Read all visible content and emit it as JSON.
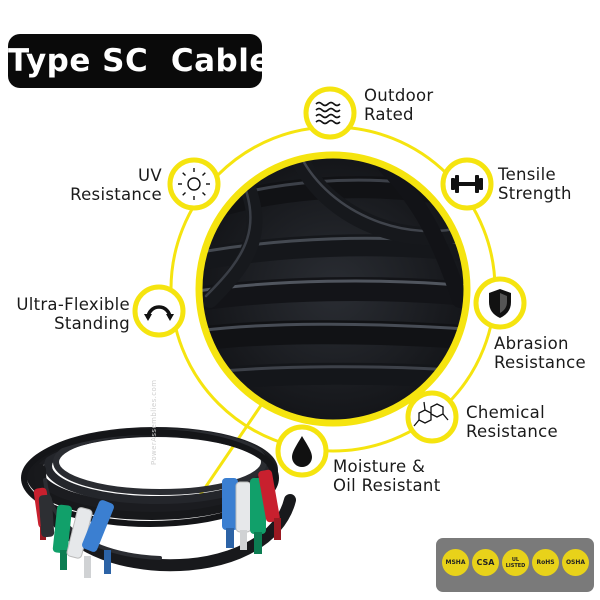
{
  "title": "Type SC  Cable",
  "colors": {
    "accent": "#f5e40f",
    "badge_bg": "#0a0a0a",
    "badge_text": "#ffffff",
    "cable": "#1d1f24",
    "cert_panel": "#7a7a7a"
  },
  "features": [
    {
      "id": "outdoor",
      "line1": "Outdoor",
      "line2": "Rated",
      "icon": "waves-icon"
    },
    {
      "id": "tensile",
      "line1": "Tensile",
      "line2": "Strength",
      "icon": "dumbbell-icon"
    },
    {
      "id": "abrasion",
      "line1": "Abrasion",
      "line2": "Resistance",
      "icon": "shield-icon"
    },
    {
      "id": "chemical",
      "line1": "Chemical",
      "line2": "Resistance",
      "icon": "molecule-icon"
    },
    {
      "id": "moisture",
      "line1": "Moisture &",
      "line2": "Oil Resistant",
      "icon": "droplet-icon"
    },
    {
      "id": "flexible",
      "line1": "Ultra-Flexible",
      "line2": "Standing",
      "icon": "arc-arrows-icon"
    },
    {
      "id": "uv",
      "line1": "UV",
      "line2": "Resistance",
      "icon": "sun-icon"
    }
  ],
  "brand": "PowerAssemblies.com",
  "certifications": [
    {
      "id": "msha",
      "label": "MSHA"
    },
    {
      "id": "csa",
      "label": "CSA"
    },
    {
      "id": "ul",
      "label": "UL LISTED"
    },
    {
      "id": "rohs",
      "label": "RoHS"
    },
    {
      "id": "osha",
      "label": "OSHA"
    }
  ]
}
